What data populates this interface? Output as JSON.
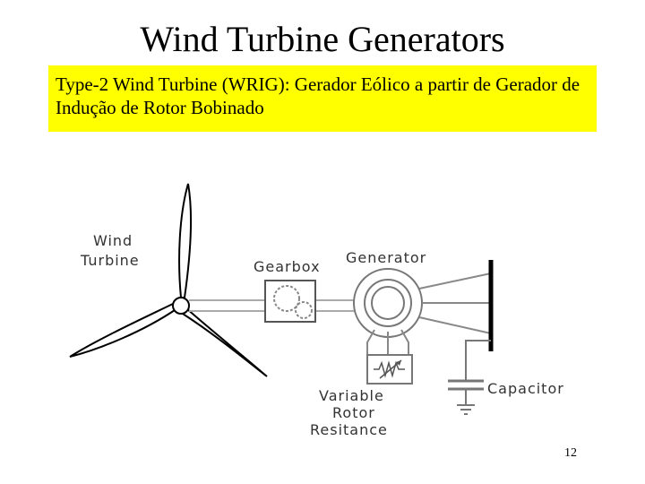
{
  "slide": {
    "title": "Wind Turbine Generators",
    "subtitle": "Type-2 Wind Turbine (WRIG): Gerador Eólico a partir de Gerador de Indução de Rotor Bobinado",
    "page_number": "12"
  },
  "diagram": {
    "labels": {
      "wind_turbine_line1": "Wind",
      "wind_turbine_line2": "Turbine",
      "gearbox": "Gearbox",
      "generator": "Generator",
      "capacitor": "Capacitor",
      "variable_line1": "Variable",
      "variable_line2": "Rotor",
      "variable_line3": "Resitance"
    }
  }
}
